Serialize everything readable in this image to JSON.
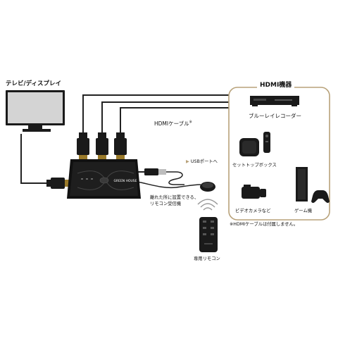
{
  "labels": {
    "display": "テレビ/ディスプレイ",
    "hdmi_devices_title": "HDMI機器",
    "bluray": "ブルーレイレコーダー",
    "settop": "セットトップボックス",
    "videocam": "ビデオカメラなど",
    "game": "ゲーム機",
    "hdmi_cable": "HDMIケーブル",
    "hdmi_cable_mark": "※",
    "usb_port": "USBポートへ",
    "receiver_note_line1": "離れた所に設置できる、",
    "receiver_note_line2": "リモコン受信機",
    "remote": "専用リモコン",
    "cable_note": "※HDMIケーブルは付属しません。",
    "brand": "GREEN HOUSE"
  },
  "colors": {
    "accent_frame": "#b8a27a",
    "device_black": "#1a1a1a",
    "cable": "#222222",
    "screen_gray": "#d4d4d4"
  }
}
